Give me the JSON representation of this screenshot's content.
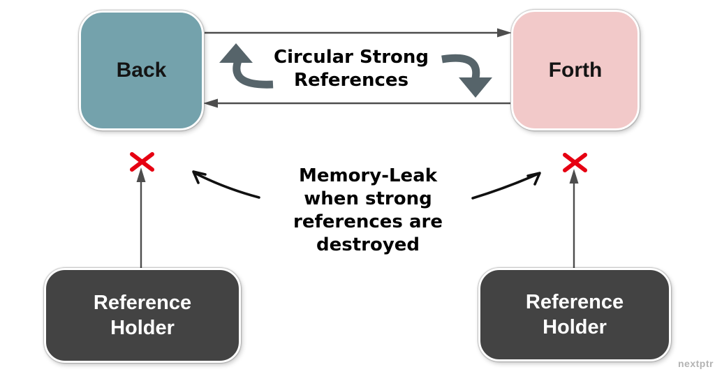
{
  "diagram": {
    "nodes": {
      "back": {
        "label": "Back"
      },
      "forth": {
        "label": "Forth"
      },
      "reference_holder_left": {
        "lines": [
          "Reference",
          "Holder"
        ]
      },
      "reference_holder_right": {
        "lines": [
          "Reference",
          "Holder"
        ]
      }
    },
    "title_label": {
      "lines": [
        "Circular Strong",
        "References"
      ]
    },
    "memory_leak_label": {
      "lines": [
        "Memory-Leak",
        "when strong",
        "references are",
        "destroyed"
      ]
    },
    "watermark": "nextptr"
  },
  "colors": {
    "back_box": "#74A2AC",
    "forth_box": "#F2C9C9",
    "holder_box": "#434343",
    "straight_arrow": "#4D4D4D",
    "circular_arrow": "#56646A",
    "broken_x": "#E60012",
    "leak_arrow": "#111111",
    "watermark": "#B3B3B3"
  }
}
